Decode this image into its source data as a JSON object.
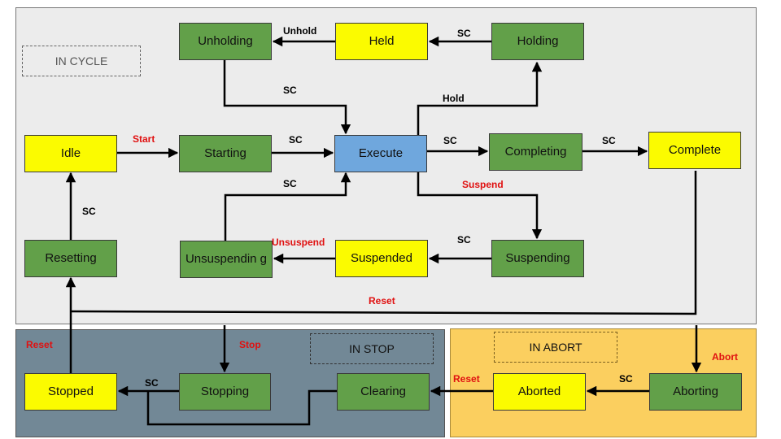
{
  "regions": {
    "in_cycle": "IN CYCLE",
    "in_stop": "IN STOP",
    "in_abort": "IN ABORT"
  },
  "colors": {
    "active_state": "#62a049",
    "wait_state": "#fbfb00",
    "execute_state": "#6fa7dd",
    "cycle_region": "#ececec",
    "stop_region": "#728896",
    "abort_region": "#fbcf5f",
    "red_label": "#e01010"
  },
  "states": {
    "unholding": "Unholding",
    "held": "Held",
    "holding": "Holding",
    "idle": "Idle",
    "starting": "Starting",
    "execute": "Execute",
    "completing": "Completing",
    "complete": "Complete",
    "resetting": "Resetting",
    "unsuspending": "Unsuspendin g",
    "suspended": "Suspended",
    "suspending": "Suspending",
    "stopped": "Stopped",
    "stopping": "Stopping",
    "clearing": "Clearing",
    "aborted": "Aborted",
    "aborting": "Aborting"
  },
  "transitions": {
    "unhold": "Unhold",
    "sc_holding_held": "SC",
    "sc_unholding_execute": "SC",
    "hold": "Hold",
    "start": "Start",
    "sc_starting_execute": "SC",
    "sc_execute_completing": "SC",
    "sc_completing_complete": "SC",
    "suspend": "Suspend",
    "sc_unsuspending_execute": "SC",
    "sc_resetting_idle": "SC",
    "sc_suspending_suspended": "SC",
    "unsuspend": "Unsuspend",
    "reset_cycle": "Reset",
    "reset_stop": "Reset",
    "stop": "Stop",
    "sc_stopping_stopped": "SC",
    "reset_abort": "Reset",
    "sc_aborting_aborted": "SC",
    "abort": "Abort"
  }
}
